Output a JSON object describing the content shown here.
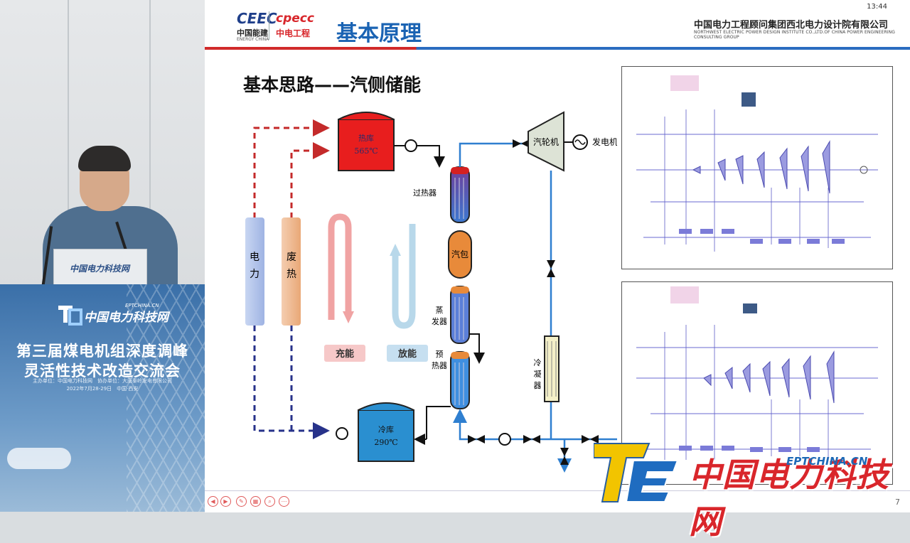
{
  "podium": {
    "brand": "中国电力科技网",
    "url": "EPTCHINA.CN",
    "title_line1": "第三届煤电机组深度调峰",
    "title_line2": "灵活性技术改造交流会",
    "organizers": "主办单位：中国电力科技网　协办单位：大唐秦岭发电有限公司",
    "date": "2022年7月28-29日　中国·西安",
    "laptop_logo": "中国电力科技网"
  },
  "header": {
    "logo1_abbr": "CEEC",
    "logo1_cn": "中国能建",
    "logo1_en": "ENERGY CHINA",
    "logo2_abbr": "cpecc",
    "logo2_cn": "中电工程",
    "title": "基本原理",
    "org": "中国电力工程顾问集团西北电力设计院有限公司",
    "org_en": "NORTHWEST ELECTRIC POWER DESIGN INSTITUTE CO.,LTD.OF CHINA POWER ENGINEERING CONSULTING GROUP",
    "time": "13:44"
  },
  "slide": {
    "subheading": "基本思路——汽侧储能",
    "hot_tank": "热库",
    "hot_temp": "565℃",
    "cold_tank": "冷库",
    "cold_temp": "290℃",
    "electric": "电力",
    "waste_heat": "废热",
    "charge": "充能",
    "discharge": "放能",
    "superheater": "过热器",
    "drum": "汽包",
    "evaporator": "蒸发器",
    "preheater": "预热器",
    "turbine": "汽轮机",
    "generator": "发电机",
    "condenser": "冷凝器",
    "page": "7"
  },
  "watermark": {
    "text": "中国电力科技网",
    "url": "EPTCHINA.CN"
  },
  "colors": {
    "hot": "#e81e1e",
    "cold": "#2a8fd0",
    "pipe": "#111111",
    "steam": "#2f7fd0",
    "dashed_red": "#c42a2a",
    "dashed_blue": "#27328a",
    "accent_blue": "#1a63b3",
    "accent_red": "#d8262b"
  }
}
